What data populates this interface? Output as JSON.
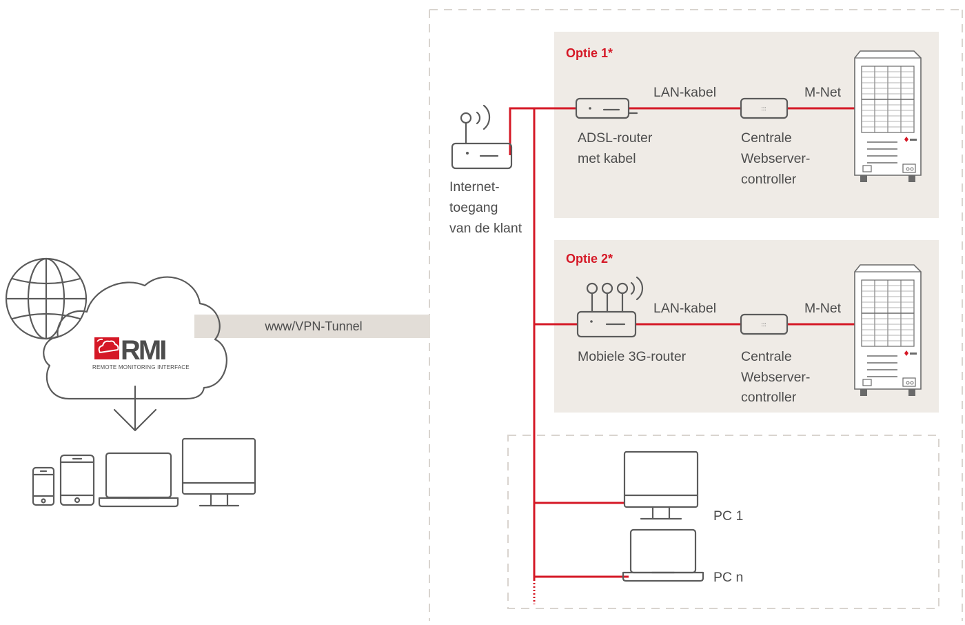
{
  "colors": {
    "accent_red": "#d51826",
    "panel_beige": "#efebe6",
    "icon_gray": "#5b5b5b",
    "text_gray": "#4d4d4d",
    "dash_gray": "#d9d4cf"
  },
  "cloud": {
    "logo_text": "RMI",
    "logo_subtitle": "REMOTE MONITORING INTERFACE"
  },
  "tunnel": {
    "label": "www/VPN-Tunnel"
  },
  "internet": {
    "line1": "Internet-",
    "line2": "toegang",
    "line3": "van de klant"
  },
  "option1": {
    "title": "Optie 1*",
    "lan_label": "LAN-kabel",
    "mnet_label": "M-Net",
    "router_line1": "ADSL-router",
    "router_line2": "met kabel",
    "controller_line1": "Centrale",
    "controller_line2": "Webserver-",
    "controller_line3": "controller"
  },
  "option2": {
    "title": "Optie 2*",
    "lan_label": "LAN-kabel",
    "mnet_label": "M-Net",
    "router_line1": "Mobiele 3G-router",
    "controller_line1": "Centrale",
    "controller_line2": "Webserver-",
    "controller_line3": "controller"
  },
  "pcs": {
    "pc1_label": "PC 1",
    "pcn_label": "PC n"
  },
  "icons": [
    "globe-icon",
    "cloud-icon",
    "download-arrow-icon",
    "smartphone-icon",
    "tablet-icon",
    "laptop-icon",
    "desktop-monitor-icon",
    "wifi-router-icon",
    "adsl-router-icon",
    "controller-icon",
    "outdoor-unit-icon",
    "3g-router-icon"
  ]
}
